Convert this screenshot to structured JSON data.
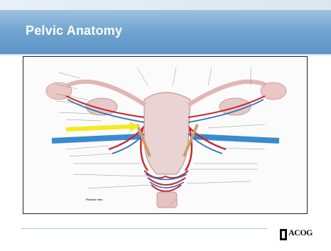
{
  "slide": {
    "title": "Pelvic Anatomy",
    "footer_text": "",
    "logo_text": "ACOG"
  },
  "figure": {
    "caption": "Posterior view"
  },
  "colors": {
    "title_bar": "#6fa3cf",
    "artery": "#c9242f",
    "vein": "#2f6fb8",
    "ureter_highlight": "#f4ea1c",
    "uterus": "#e9d3d3"
  }
}
